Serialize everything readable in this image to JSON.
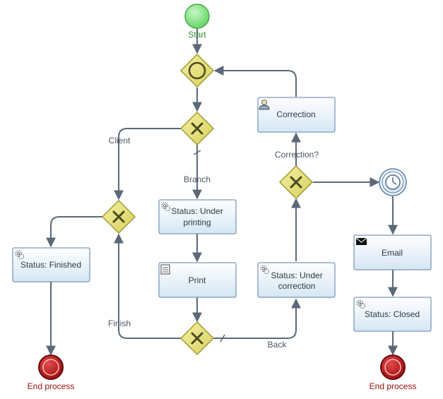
{
  "diagram": {
    "start_event": {
      "label": "Start"
    },
    "end_events": [
      {
        "label": "End process"
      },
      {
        "label": "End process"
      }
    ],
    "tasks": {
      "correction": {
        "label": "Correction",
        "icon": "user-task-icon"
      },
      "status_under_printing": {
        "lines": [
          "Status: Under",
          "printing"
        ],
        "icon": "service-task-icon"
      },
      "print": {
        "label": "Print",
        "icon": "script-task-icon"
      },
      "status_under_correction": {
        "lines": [
          "Status: Under",
          "correction"
        ],
        "icon": "service-task-icon"
      },
      "status_finished": {
        "label": "Status: Finished",
        "icon": "service-task-icon"
      },
      "email": {
        "label": "Email",
        "icon": "message-task-icon"
      },
      "status_closed": {
        "label": "Status: Closed",
        "icon": "service-task-icon"
      }
    },
    "flow_labels": {
      "client": "Client",
      "branch": "Branch",
      "correction_q": "Correction?",
      "finish": "Finish",
      "back": "Back"
    },
    "colors": {
      "task_fill_top": "#ffffff",
      "task_fill_bottom": "#d9e8f6",
      "task_stroke": "#5a7fa8",
      "gateway_fill": "#e8e27a",
      "gateway_stroke": "#a09a30",
      "flow": "#5a6878",
      "start_fill": "#7ee87e",
      "end_fill": "#c41a1a",
      "timer_fill": "#dbe6f5"
    }
  }
}
